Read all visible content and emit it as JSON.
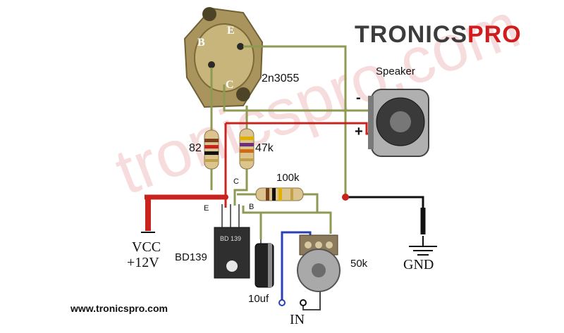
{
  "brand": {
    "prefix": "TRONICS",
    "suffix": "PRO"
  },
  "watermark": "tronicspro.com",
  "website": "www.tronicspro.com",
  "transistor_power": {
    "part": "2n3055",
    "pin_b": "B",
    "pin_e": "E",
    "pin_c": "C"
  },
  "transistor_driver": {
    "part": "BD139",
    "marking": "BD 139",
    "pin_e": "E",
    "pin_c": "C",
    "pin_b": "B"
  },
  "resistors": {
    "r1": "82",
    "r2": "47k",
    "r3": "100k"
  },
  "capacitor": {
    "value": "10uf"
  },
  "potentiometer": {
    "value": "50k"
  },
  "speaker": {
    "label": "Speaker",
    "minus": "-",
    "plus": "+"
  },
  "supply": {
    "vcc": "VCC",
    "voltage": "+12V"
  },
  "ground": {
    "label": "GND"
  },
  "input": {
    "label": "IN"
  },
  "colors": {
    "red_wire": "#c8231f",
    "olive_wire": "#8e9a52",
    "blue_wire": "#2b3fb5",
    "black_wire": "#111111",
    "brand_red": "#d01c1c"
  }
}
